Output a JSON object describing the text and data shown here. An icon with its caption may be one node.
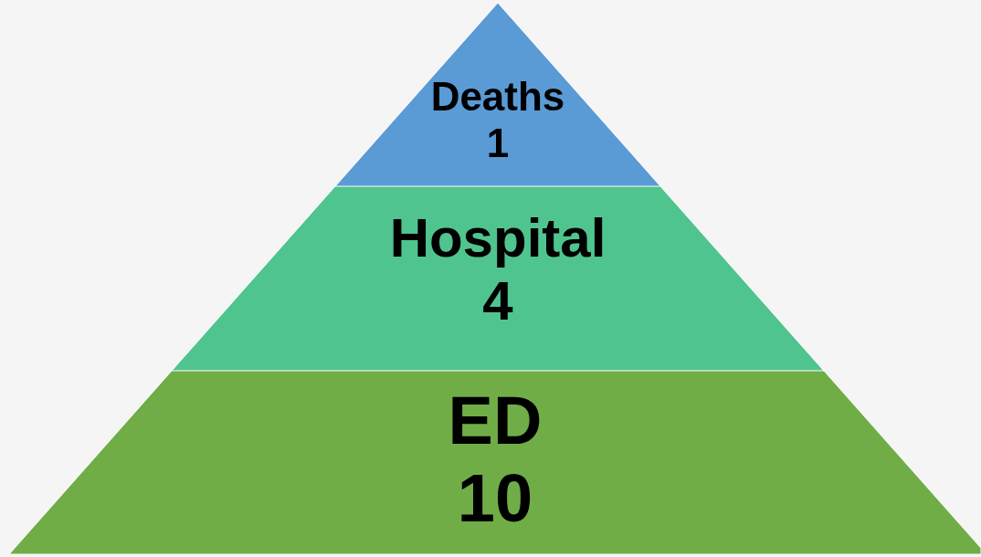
{
  "diagram": {
    "nodes": [
      {
        "text": [
          "Deaths",
          "1"
        ]
      },
      {
        "text": [
          "Hospital",
          "4"
        ]
      },
      {
        "text": [
          "ED",
          "10"
        ]
      }
    ]
  }
}
